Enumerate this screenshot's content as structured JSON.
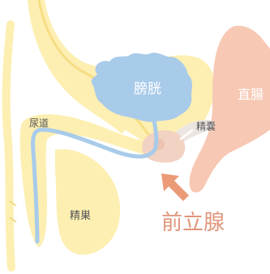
{
  "labels": {
    "bladder": "膀胱",
    "rectum": "直腸",
    "urethra": "尿道",
    "seminal_vesicle": "精嚢",
    "testis": "精巣",
    "prostate": "前立腺"
  },
  "colors": {
    "tissue_fill": "#fdefb2",
    "tissue_outline": "#f6dd84",
    "bladder_fill": "#a9cbea",
    "urethra": "#a8cbe9",
    "rectum_fill": "#f7c8b4",
    "prostate_fill": "#f2d2c2",
    "seminal_vesicle": "#ece6e2",
    "arrow": "#eb9a78",
    "prostate_text": "#e1957a",
    "white_text": "#ffffff",
    "dark_text": "#555555"
  }
}
